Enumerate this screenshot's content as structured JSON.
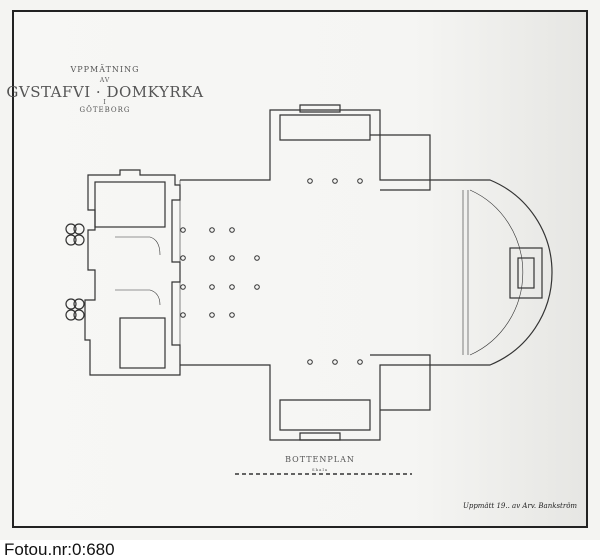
{
  "title": {
    "line1": "VPPMÄTNING",
    "line2": "AV",
    "line3": "GVSTAFVI · DOMKYRKA",
    "line4": "I",
    "line5": "GÖTEBORG"
  },
  "plan_label": "BOTTENPLAN",
  "scale_label": "Skala",
  "signature": "Uppmätt 19.. av Arv. Bankström",
  "caption": "Fotou.nr:0:680",
  "colors": {
    "ink": "#333333",
    "paper": "#f6f6f4"
  }
}
